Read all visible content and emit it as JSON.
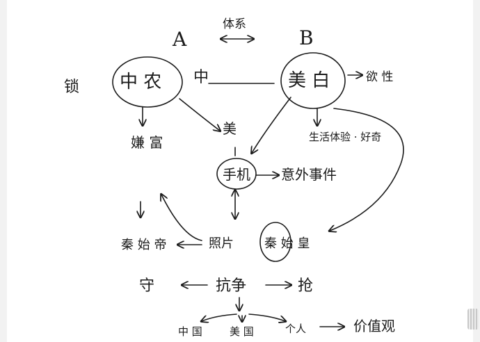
{
  "nodes": {
    "label_a": "A",
    "label_b": "B",
    "tixi": "体系",
    "huan": "锁",
    "zhongnong": "中 农",
    "zhong_out": "中",
    "meibai": "美 白",
    "meibai_out": "欲 性",
    "mei": "美",
    "shouji": "手机",
    "yiwai": "意外事件",
    "shenghuo": "生活体验 · 好奇",
    "xianmu": "嫌 富",
    "qinshi": "秦 始 帝",
    "zhaopian": "照片",
    "qinshihuang": "秦 始 皇",
    "shou": "守",
    "kangzheng": "抗争",
    "xian": "抢",
    "bottom_left": "中 国",
    "bottom_mid": "美 国",
    "bottom_right": "个人",
    "jiazhiguan": "价值观"
  }
}
